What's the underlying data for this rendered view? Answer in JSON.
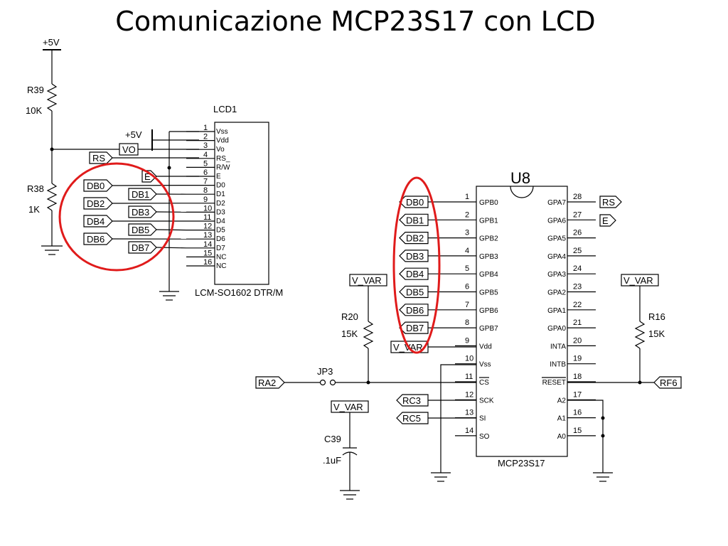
{
  "title": "Comunicazione MCP23S17 con LCD",
  "lcd": {
    "ref": "LCD1",
    "part": "LCM-SO1602 DTR/M",
    "pins": [
      {
        "num": "1",
        "name": "Vss"
      },
      {
        "num": "2",
        "name": "Vdd"
      },
      {
        "num": "3",
        "name": "Vo"
      },
      {
        "num": "4",
        "name": "RS_"
      },
      {
        "num": "5",
        "name": "R/W"
      },
      {
        "num": "6",
        "name": "E"
      },
      {
        "num": "7",
        "name": "D0"
      },
      {
        "num": "8",
        "name": "D1"
      },
      {
        "num": "9",
        "name": "D2"
      },
      {
        "num": "10",
        "name": "D3"
      },
      {
        "num": "11",
        "name": "D4"
      },
      {
        "num": "12",
        "name": "D5"
      },
      {
        "num": "13",
        "name": "D6"
      },
      {
        "num": "14",
        "name": "D7"
      },
      {
        "num": "15",
        "name": "NC"
      },
      {
        "num": "16",
        "name": "NC"
      }
    ],
    "supply": "+5V",
    "vo_label": "VO",
    "rs_label": "RS",
    "e_label": "E",
    "db_left": [
      "DB0",
      "DB2",
      "DB4",
      "DB6"
    ],
    "db_right": [
      "DB1",
      "DB3",
      "DB5",
      "DB7"
    ]
  },
  "divider": {
    "supply": "+5V",
    "r_top": {
      "ref": "R39",
      "value": "10K"
    },
    "r_bottom": {
      "ref": "R38",
      "value": "1K"
    }
  },
  "mcp": {
    "ref": "U8",
    "part": "MCP23S17",
    "left_pins": [
      {
        "num": "1",
        "name": "GPB0"
      },
      {
        "num": "2",
        "name": "GPB1"
      },
      {
        "num": "3",
        "name": "GPB2"
      },
      {
        "num": "4",
        "name": "GPB3"
      },
      {
        "num": "5",
        "name": "GPB4"
      },
      {
        "num": "6",
        "name": "GPB5"
      },
      {
        "num": "7",
        "name": "GPB6"
      },
      {
        "num": "8",
        "name": "GPB7"
      },
      {
        "num": "9",
        "name": "Vdd"
      },
      {
        "num": "10",
        "name": "Vss"
      },
      {
        "num": "11",
        "name": "CS"
      },
      {
        "num": "12",
        "name": "SCK"
      },
      {
        "num": "13",
        "name": "SI"
      },
      {
        "num": "14",
        "name": "SO"
      }
    ],
    "right_pins": [
      {
        "num": "28",
        "name": "GPA7"
      },
      {
        "num": "27",
        "name": "GPA6"
      },
      {
        "num": "26",
        "name": "GPA5"
      },
      {
        "num": "25",
        "name": "GPA4"
      },
      {
        "num": "24",
        "name": "GPA3"
      },
      {
        "num": "23",
        "name": "GPA2"
      },
      {
        "num": "22",
        "name": "GPA1"
      },
      {
        "num": "21",
        "name": "GPA0"
      },
      {
        "num": "20",
        "name": "INTA"
      },
      {
        "num": "19",
        "name": "INTB"
      },
      {
        "num": "18",
        "name": "RESET"
      },
      {
        "num": "17",
        "name": "A2"
      },
      {
        "num": "16",
        "name": "A1"
      },
      {
        "num": "15",
        "name": "A0"
      }
    ],
    "db_labels": [
      "DB0",
      "DB1",
      "DB2",
      "DB3",
      "DB4",
      "DB5",
      "DB6",
      "DB7"
    ],
    "vdd_label": "V_VAR",
    "rs_out": "RS",
    "e_out": "E",
    "sck_label": "RC3",
    "si_label": "RC5"
  },
  "cs_net": {
    "input": "RA2",
    "jumper": "JP3",
    "pullup_supply": "V_VAR",
    "resistor": {
      "ref": "R20",
      "value": "15K"
    }
  },
  "reset_net": {
    "input": "RF6",
    "pullup_supply": "V_VAR",
    "resistor": {
      "ref": "R16",
      "value": "15K"
    }
  },
  "cap": {
    "supply": "V_VAR",
    "ref": "C39",
    "value": ".1uF"
  },
  "highlight_color": "#e01b1b"
}
